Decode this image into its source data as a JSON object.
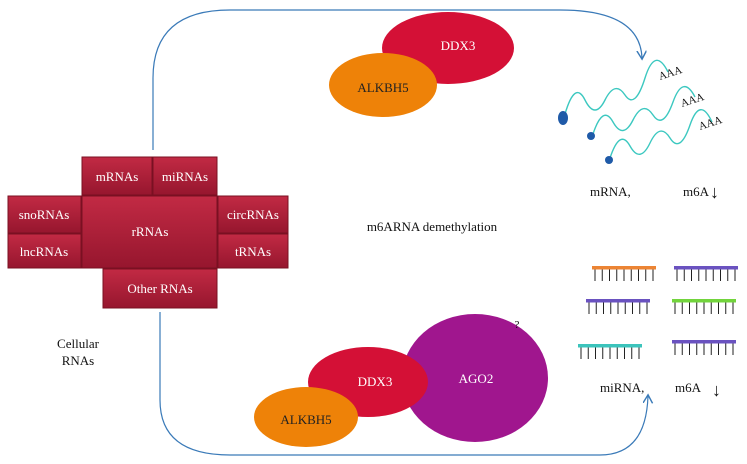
{
  "rna_blocks": {
    "mrnas": "mRNAs",
    "mirnas": "miRNAs",
    "snornas": "snoRNAs",
    "rrnas": "rRNAs",
    "circrnas": "circRNAs",
    "lncrnas": "lncRNAs",
    "trnas": "tRNAs",
    "other": "Other RNAs"
  },
  "cellular_label": [
    "Cellular",
    "RNAs"
  ],
  "top_complex": {
    "ddx3": "DDX3",
    "alkbh5": "ALKBH5"
  },
  "bottom_complex": {
    "ddx3": "DDX3",
    "alkbh5": "ALKBH5",
    "ago2": "AGO2",
    "question": "?"
  },
  "center_label": "m6ARNA demethylation",
  "mrna_panel": {
    "polya": "AAA",
    "label": "mRNA,",
    "m6a": "m6A",
    "arrow": "↓"
  },
  "mirna_panel": {
    "label": "miRNA,",
    "m6a": "m6A",
    "arrow": "↓"
  },
  "colors": {
    "block": "#b0203a",
    "ddx3": "#d41036",
    "alkbh5": "#ee8208",
    "ago2": "#a0168e",
    "wave": "#3cc8c0",
    "flow": "#3a7ab8",
    "strand_orange": "#ec8434",
    "strand_purple": "#6a52c0",
    "strand_green": "#72d43c",
    "strand_teal": "#3cc4bc"
  }
}
